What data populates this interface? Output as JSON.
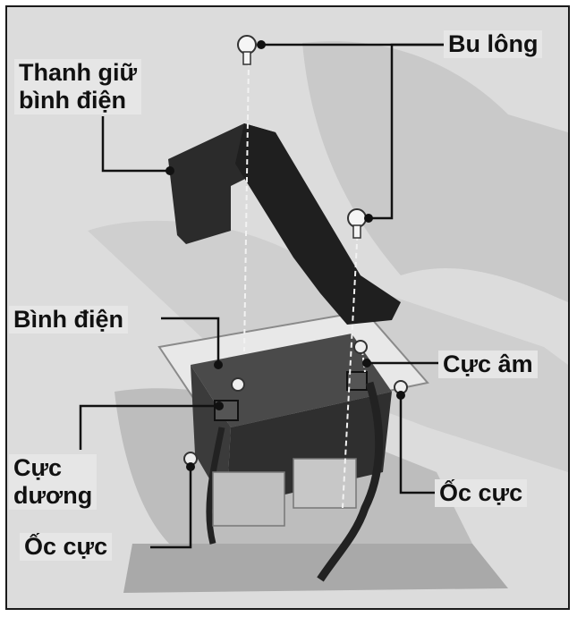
{
  "labels": {
    "bolt": "Bu lông",
    "holder_line1": "Thanh giữ",
    "holder_line2": "bình điện",
    "battery": "Bình điện",
    "negative": "Cực âm",
    "positive_line1": "Cực",
    "positive_line2": "dương",
    "nut_right": "Ốc cực",
    "nut_left": "Ốc cực"
  },
  "colors": {
    "background": "#d9d9d9",
    "holder": "#2b2b2b",
    "battery": "#3a3a3a",
    "leader": "#111111"
  }
}
